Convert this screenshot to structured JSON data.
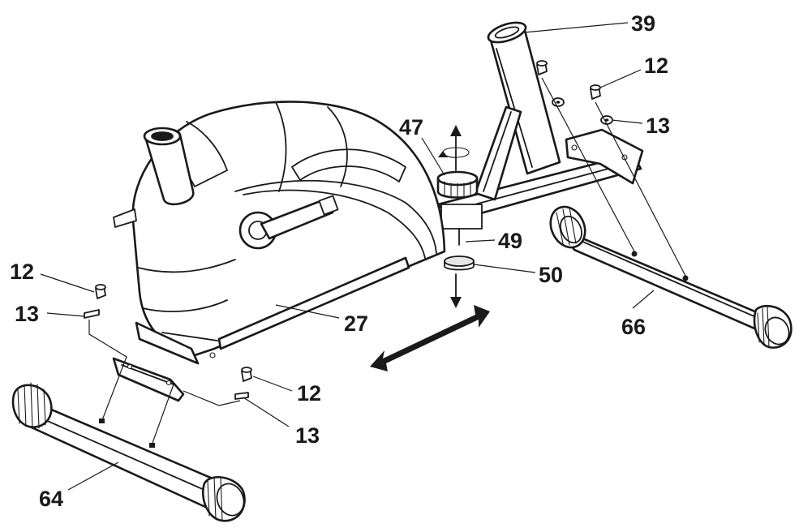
{
  "callouts": {
    "c39": "39",
    "c12_top": "12",
    "c13_top": "13",
    "c47": "47",
    "c49": "49",
    "c50": "50",
    "c66": "66",
    "c12_left": "12",
    "c13_left": "13",
    "c27": "27",
    "c12_bottom": "12",
    "c13_bottom": "13",
    "c64": "64"
  },
  "colors": {
    "line": "#1a1a1a",
    "background": "#ffffff"
  }
}
